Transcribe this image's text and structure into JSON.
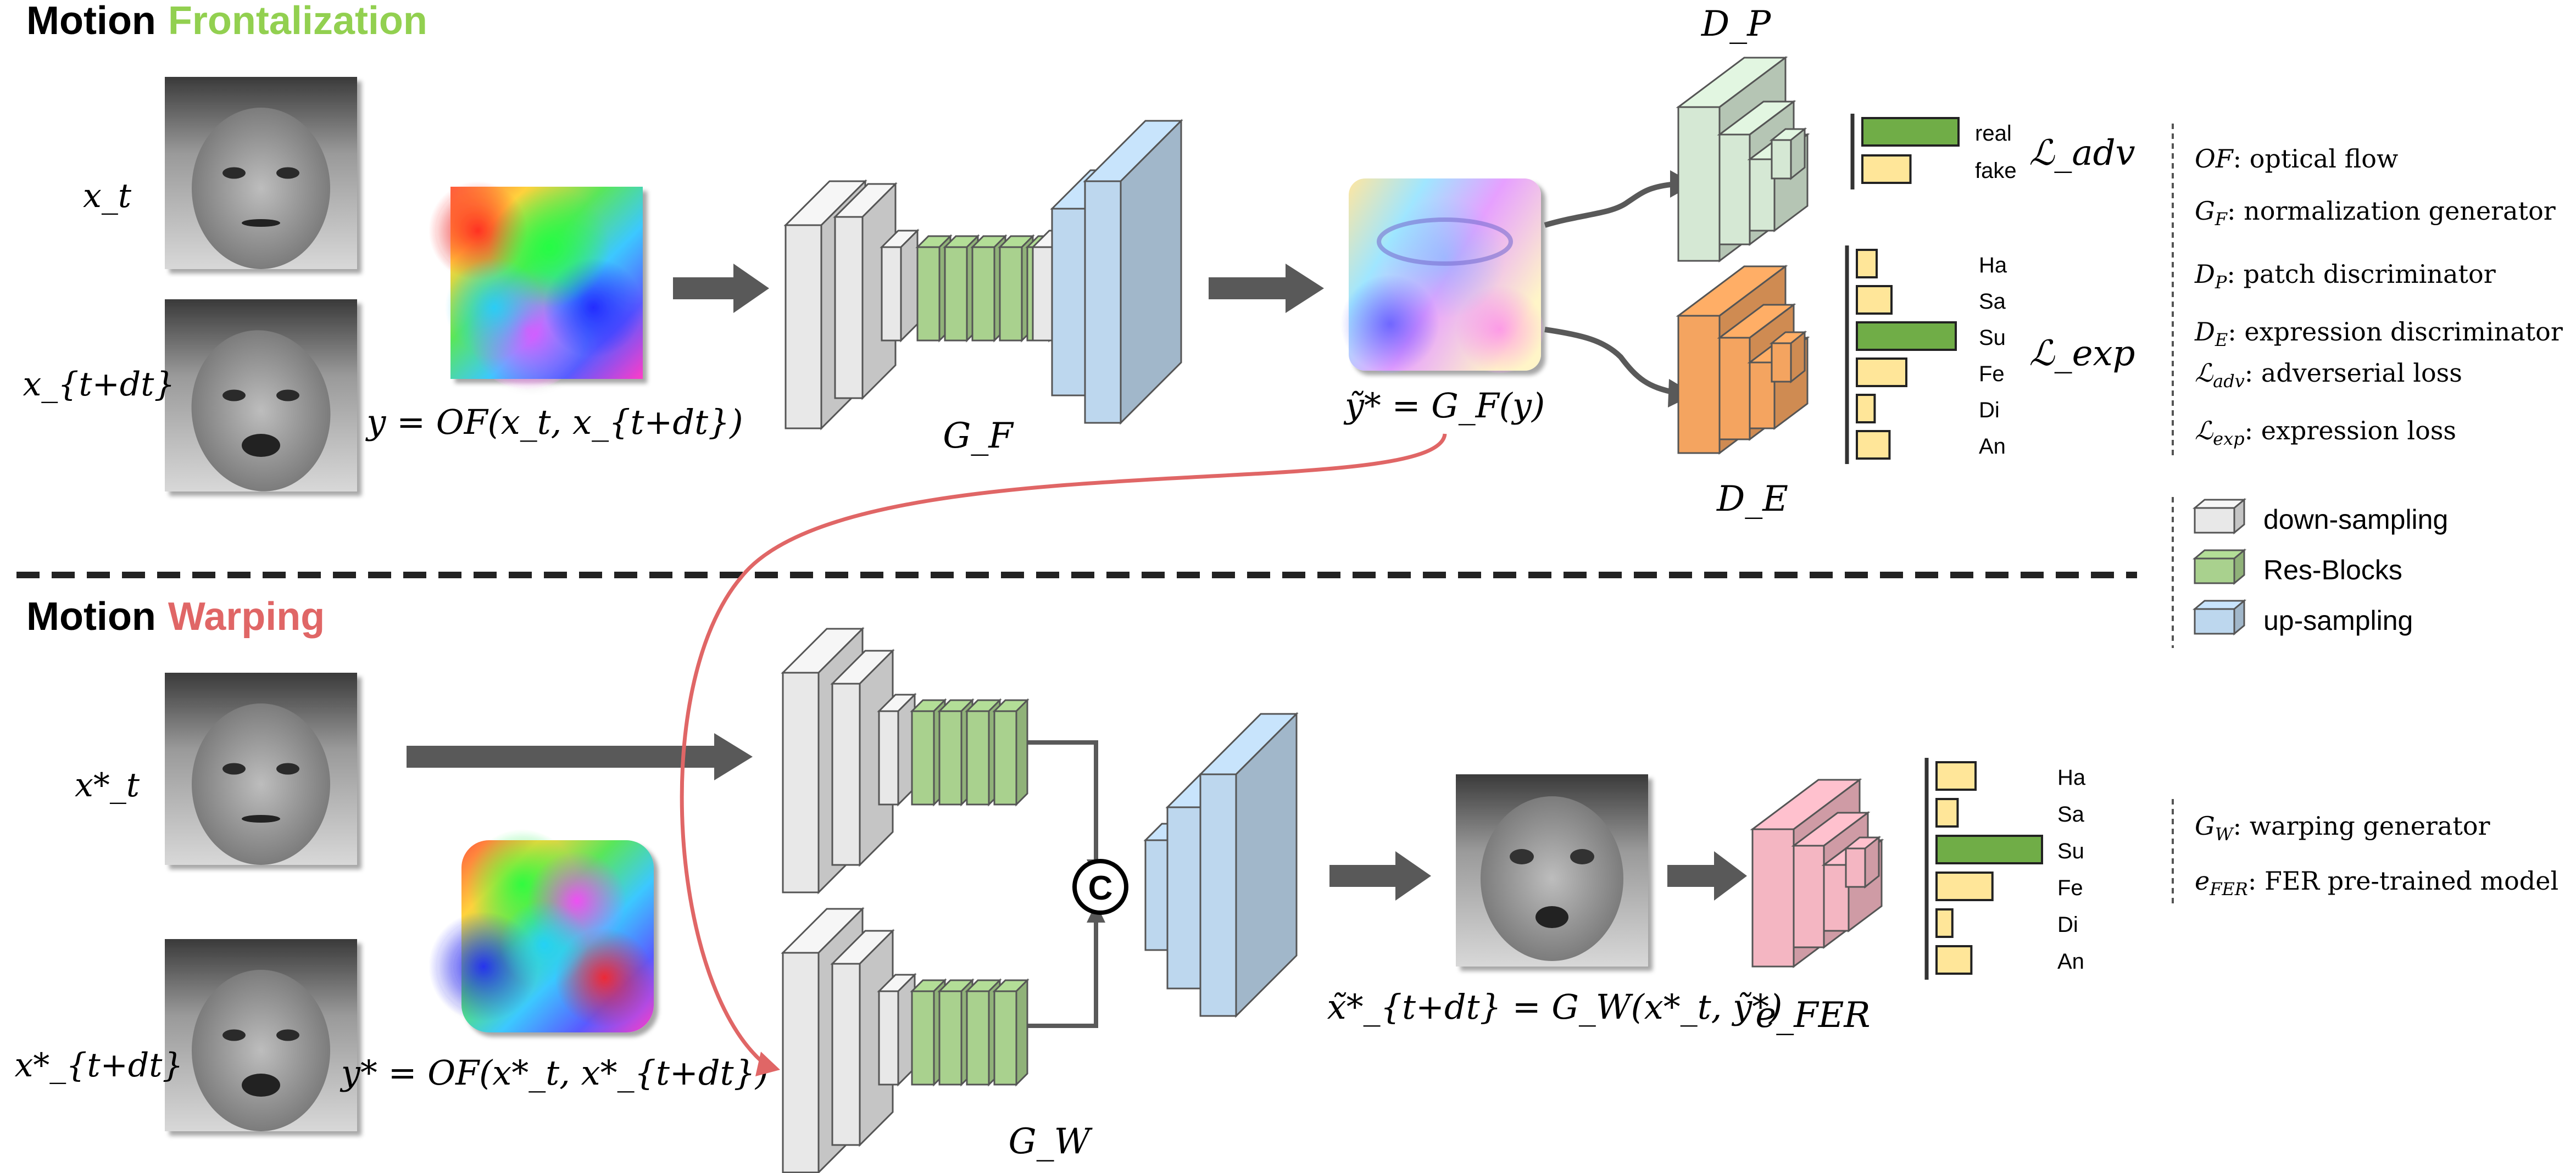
{
  "top_section": {
    "title_word1": "Motion",
    "title_word2": "Frontalization",
    "input_label_1": "x_t",
    "input_label_2": "x_{t+dt}",
    "flow_label": "y = OF(x_t, x_{t+dt})",
    "generator_label": "G_F",
    "output_label": "ỹ* = G_F(y)",
    "disc_patch_label": "D_P",
    "disc_expr_label": "D_E",
    "adv_bars": [
      {
        "label": "real",
        "value": 1.0
      },
      {
        "label": "fake",
        "value": 0.5
      }
    ],
    "adv_loss_label": "ℒ_adv",
    "expr_bars": [
      {
        "label": "Ha",
        "value": 0.2
      },
      {
        "label": "Sa",
        "value": 0.35
      },
      {
        "label": "Su",
        "value": 1.0
      },
      {
        "label": "Fe",
        "value": 0.5
      },
      {
        "label": "Di",
        "value": 0.18
      },
      {
        "label": "An",
        "value": 0.33
      }
    ],
    "expr_loss_label": "ℒ_exp"
  },
  "bottom_section": {
    "title_word1": "Motion",
    "title_word2": "Warping",
    "input_label_1": "x*_t",
    "input_label_2": "x*_{t+dt}",
    "flow_label": "y* = OF(x*_t, x*_{t+dt})",
    "concat_symbol": "C",
    "generator_label": "G_W",
    "output_label": "x̃*_{t+dt} = G_W(x*_t, ỹ*)",
    "fer_label": "e_FER",
    "fer_bars": [
      {
        "label": "Ha",
        "value": 0.37
      },
      {
        "label": "Sa",
        "value": 0.2
      },
      {
        "label": "Su",
        "value": 1.0
      },
      {
        "label": "Fe",
        "value": 0.53
      },
      {
        "label": "Di",
        "value": 0.15
      },
      {
        "label": "An",
        "value": 0.33
      }
    ]
  },
  "legend": {
    "definitions": [
      {
        "symbol": "OF",
        "sub": "",
        "text": ": optical flow"
      },
      {
        "symbol": "G",
        "sub": "F",
        "text": ": normalization generator"
      },
      {
        "symbol": "D",
        "sub": "P",
        "text": ": patch discriminator"
      },
      {
        "symbol": "D",
        "sub": "E",
        "text": ": expression discriminator"
      },
      {
        "symbol": "ℒ",
        "sub": "adv",
        "text": ": adverserial loss"
      },
      {
        "symbol": "ℒ",
        "sub": "exp",
        "text": ": expression loss"
      }
    ],
    "block_types": [
      {
        "label": "down-sampling",
        "color": "#e8e8e8"
      },
      {
        "label": "Res-Blocks",
        "color": "#a9d18e"
      },
      {
        "label": "up-sampling",
        "color": "#bdd7ee"
      }
    ],
    "definitions_bottom": [
      {
        "symbol": "G",
        "sub": "W",
        "text": ": warping generator"
      },
      {
        "symbol": "e",
        "sub": "FER",
        "text": ": FER pre-trained model"
      }
    ]
  },
  "colors": {
    "frontalization": "#92d050",
    "warping": "#e06666",
    "disc_patch": "#d5e8d4",
    "disc_expr": "#f4a460",
    "fer_model": "#f4b6c2",
    "bar_green": "#70ad47",
    "bar_yellow": "#ffe699",
    "arrow": "#595959",
    "curve": "#e06666"
  }
}
